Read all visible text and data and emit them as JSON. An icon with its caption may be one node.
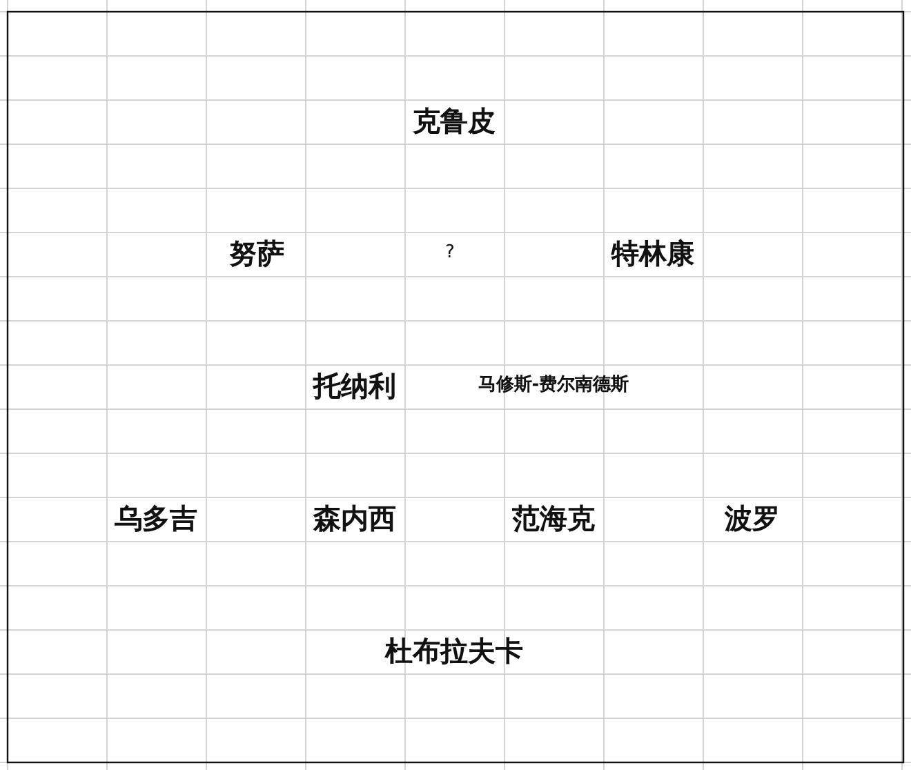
{
  "diagram": {
    "labels": [
      "克鲁皮",
      "努萨",
      "?",
      "特林康",
      "托纳利",
      "马修斯-费尔南德斯",
      "乌多吉",
      "森内西",
      "范海克",
      "波罗",
      "杜布拉夫卡"
    ]
  }
}
